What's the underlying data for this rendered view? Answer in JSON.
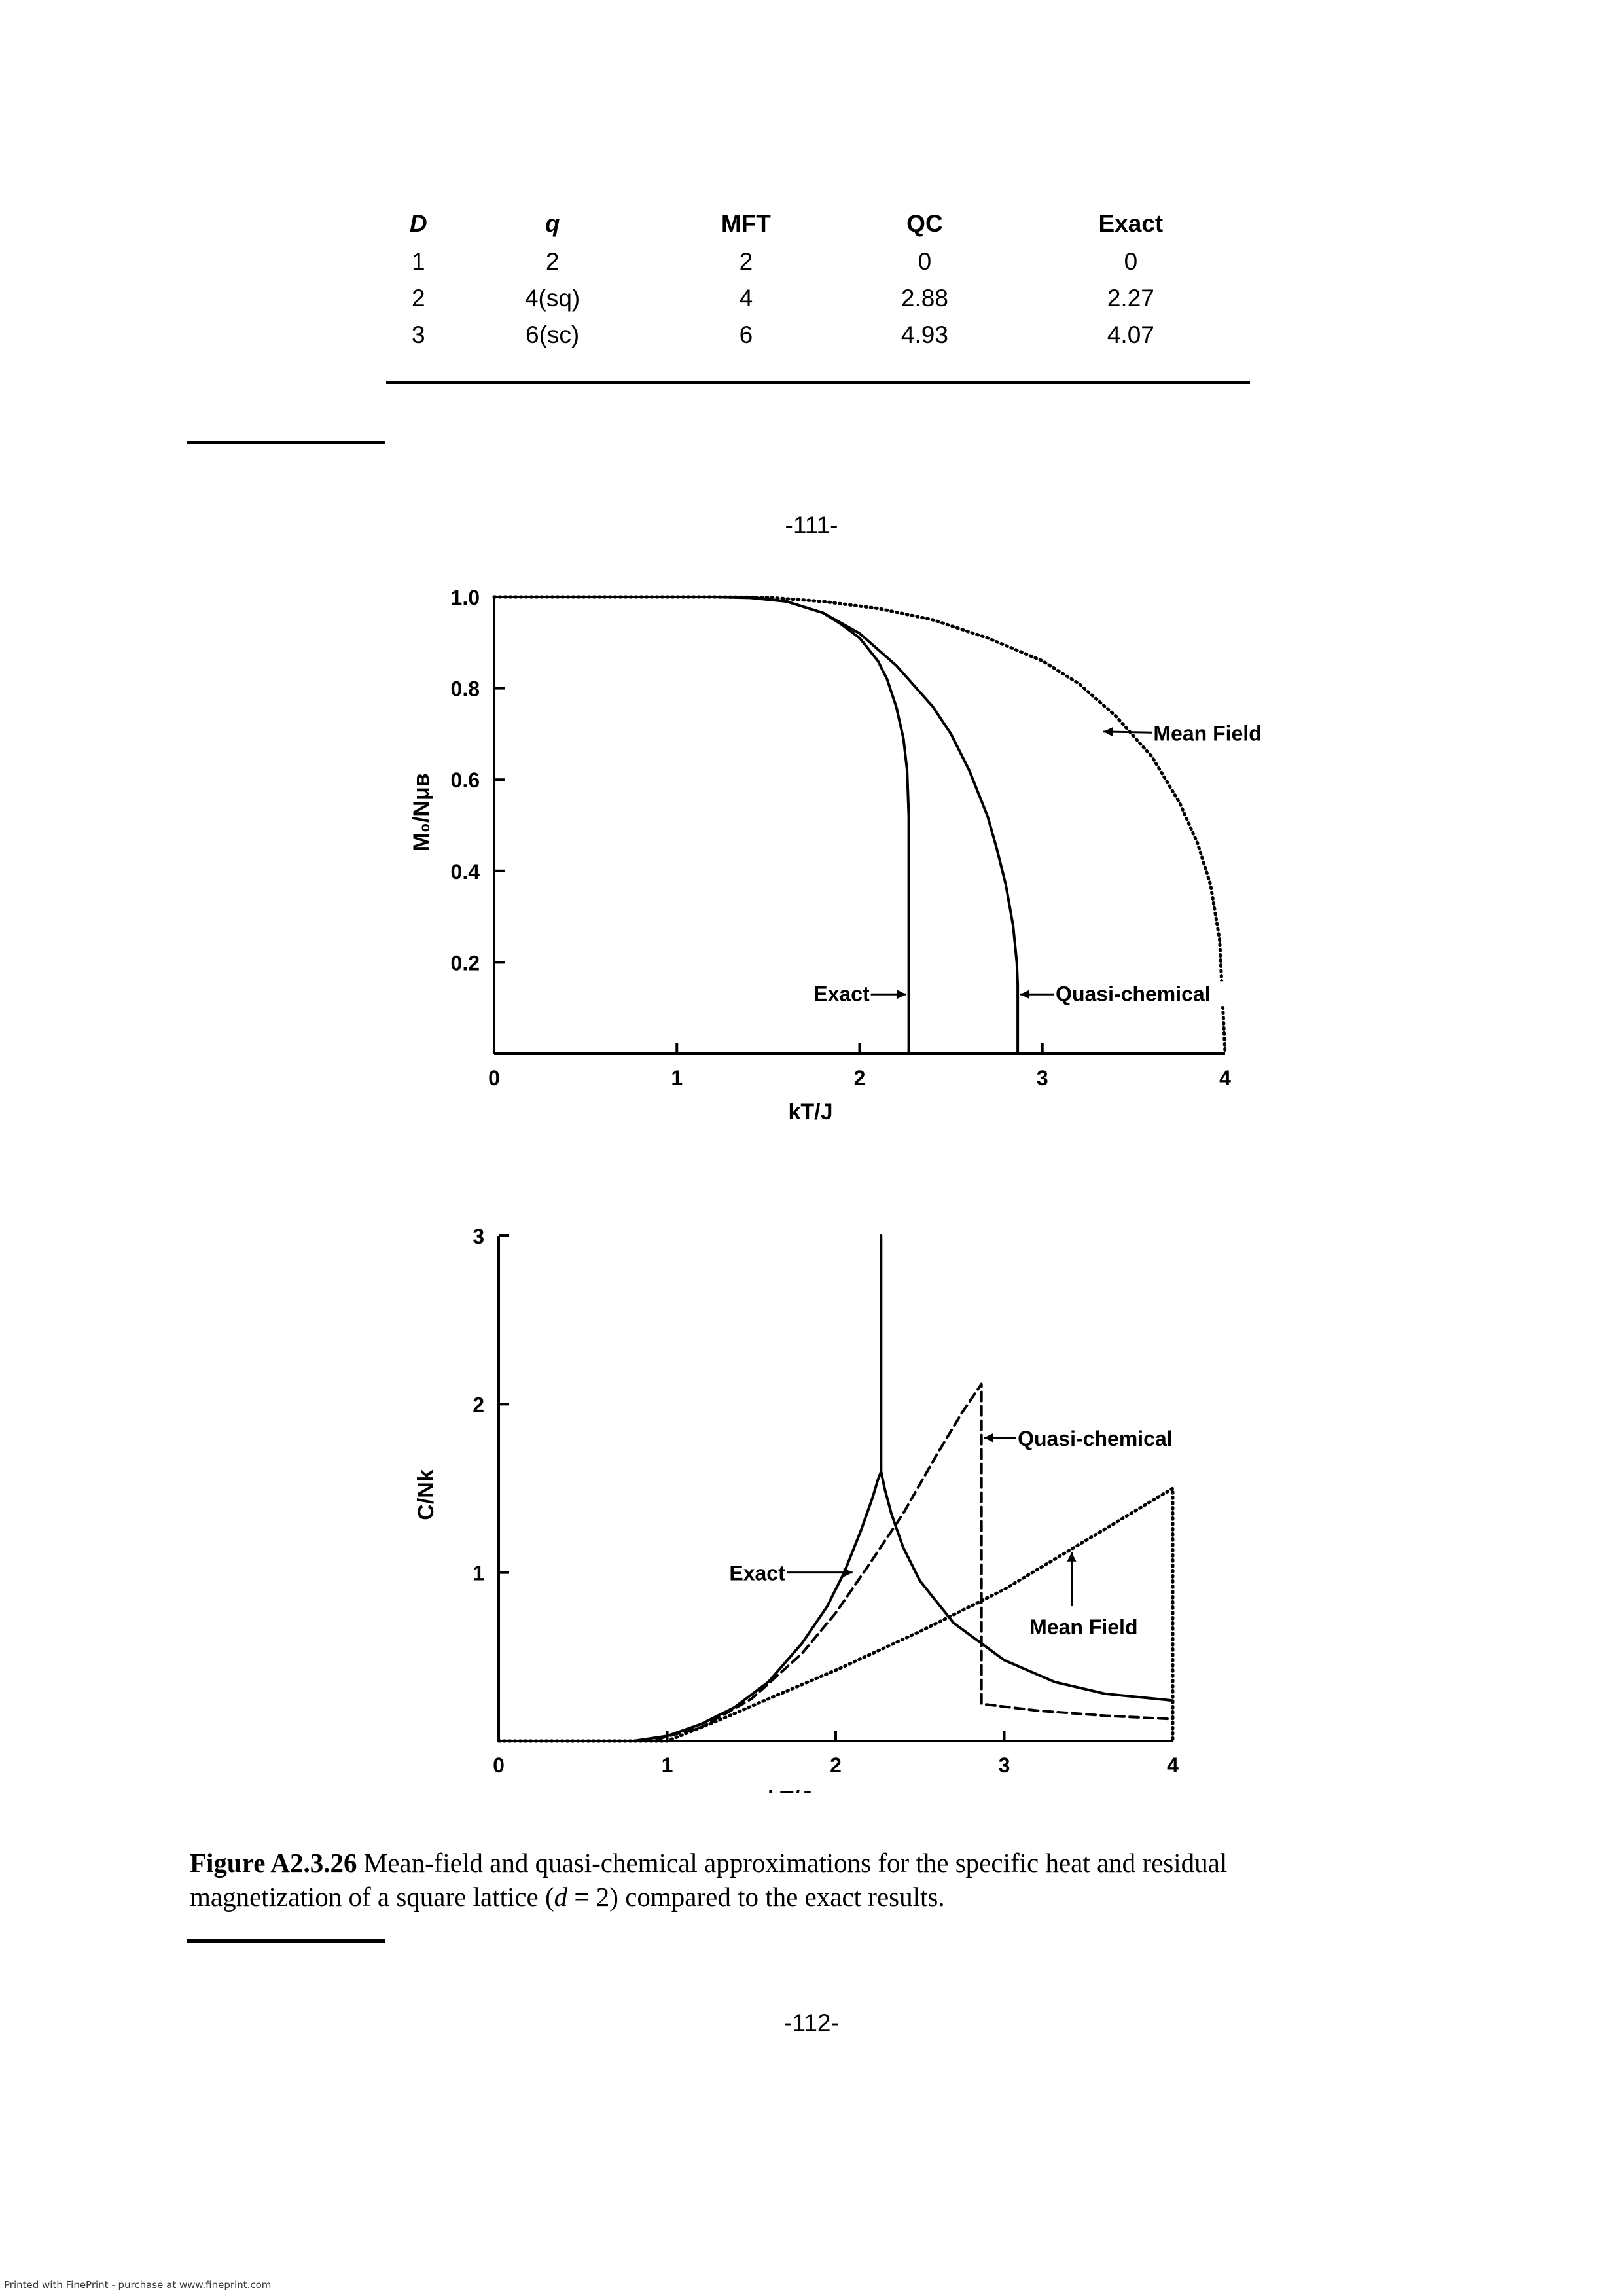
{
  "table": {
    "headers": [
      "D",
      "q",
      "MFT",
      "QC",
      "Exact"
    ],
    "rows": [
      [
        "1",
        "2",
        "2",
        "0",
        "0"
      ],
      [
        "2",
        "4(sq)",
        "4",
        "2.88",
        "2.27"
      ],
      [
        "3",
        "6(sc)",
        "6",
        "4.93",
        "4.07"
      ]
    ]
  },
  "page_numbers": {
    "top": "-111-",
    "bottom": "-112-"
  },
  "caption": {
    "label": "Figure A2.3.26",
    "text_before_italic": " Mean-field and quasi-chemical approximations for the specific heat and residual magnetization of a square lattice (",
    "italic_var": "d",
    "text_after_italic": " = 2) compared to the exact results."
  },
  "footer": "Printed with FinePrint - purchase at www.fineprint.com",
  "chart_data": [
    {
      "type": "line",
      "xlabel": "kT/J",
      "ylabel": "M₀/Nμʙ",
      "xlim": [
        0,
        4
      ],
      "ylim": [
        0,
        1.0
      ],
      "x_ticks": [
        "0",
        "1",
        "2",
        "3",
        "4"
      ],
      "y_ticks": [
        "0.2",
        "0.4",
        "0.6",
        "0.8",
        "1.0"
      ],
      "annotations": [
        "Exact",
        "Quasi-chemical",
        "Mean Field"
      ],
      "series": [
        {
          "name": "Exact",
          "style": "solid",
          "x": [
            0,
            1.2,
            1.4,
            1.6,
            1.8,
            1.9,
            2.0,
            2.1,
            2.15,
            2.2,
            2.24,
            2.26,
            2.269,
            2.269
          ],
          "y": [
            1.0,
            1.0,
            0.998,
            0.99,
            0.965,
            0.94,
            0.91,
            0.86,
            0.82,
            0.76,
            0.69,
            0.62,
            0.52,
            0.0
          ]
        },
        {
          "name": "Quasi-chemical",
          "style": "solid",
          "x": [
            0,
            1.4,
            1.6,
            1.8,
            2.0,
            2.2,
            2.4,
            2.5,
            2.6,
            2.7,
            2.75,
            2.8,
            2.84,
            2.86,
            2.865,
            2.865
          ],
          "y": [
            1.0,
            1.0,
            0.99,
            0.965,
            0.92,
            0.85,
            0.76,
            0.7,
            0.62,
            0.52,
            0.45,
            0.37,
            0.28,
            0.2,
            0.15,
            0.0
          ]
        },
        {
          "name": "Mean Field",
          "style": "dotted",
          "x": [
            0,
            1.2,
            1.5,
            1.8,
            2.1,
            2.4,
            2.7,
            3.0,
            3.2,
            3.4,
            3.6,
            3.75,
            3.85,
            3.92,
            3.97,
            4.0
          ],
          "y": [
            1.0,
            1.0,
            0.999,
            0.99,
            0.975,
            0.95,
            0.91,
            0.86,
            0.81,
            0.74,
            0.65,
            0.55,
            0.46,
            0.37,
            0.25,
            0.0
          ]
        }
      ]
    },
    {
      "type": "line",
      "xlabel": "kT/J",
      "ylabel": "C/Nk",
      "xlim": [
        0,
        4
      ],
      "ylim": [
        0,
        3
      ],
      "x_ticks": [
        "0",
        "1",
        "2",
        "3",
        "4"
      ],
      "y_ticks": [
        "1",
        "2",
        "3"
      ],
      "annotations": [
        "Exact",
        "Quasi-chemical",
        "Mean Field"
      ],
      "series": [
        {
          "name": "Exact",
          "style": "solid",
          "x": [
            0,
            0.8,
            1.0,
            1.2,
            1.4,
            1.6,
            1.8,
            1.95,
            2.05,
            2.15,
            2.22,
            2.25,
            2.269,
            2.269,
            2.269,
            2.29,
            2.33,
            2.4,
            2.5,
            2.7,
            3.0,
            3.3,
            3.6,
            4.0
          ],
          "y": [
            0,
            0,
            0.03,
            0.1,
            0.2,
            0.35,
            0.58,
            0.8,
            1.0,
            1.25,
            1.45,
            1.55,
            1.6,
            3.0,
            1.6,
            1.5,
            1.35,
            1.15,
            0.95,
            0.7,
            0.48,
            0.35,
            0.28,
            0.24
          ]
        },
        {
          "name": "Quasi-chemical",
          "style": "dashed",
          "x": [
            0,
            0.9,
            1.2,
            1.5,
            1.8,
            2.0,
            2.2,
            2.4,
            2.6,
            2.75,
            2.865,
            2.865,
            3.2,
            3.6,
            4.0
          ],
          "y": [
            0,
            0,
            0.08,
            0.25,
            0.52,
            0.76,
            1.05,
            1.35,
            1.7,
            1.95,
            2.12,
            0.22,
            0.18,
            0.15,
            0.13
          ]
        },
        {
          "name": "Mean Field",
          "style": "dotted",
          "x": [
            0,
            1.0,
            1.3,
            1.6,
            2.0,
            2.5,
            3.0,
            3.5,
            4.0,
            4.0
          ],
          "y": [
            0,
            0,
            0.12,
            0.25,
            0.42,
            0.65,
            0.9,
            1.2,
            1.5,
            0
          ]
        }
      ]
    }
  ]
}
